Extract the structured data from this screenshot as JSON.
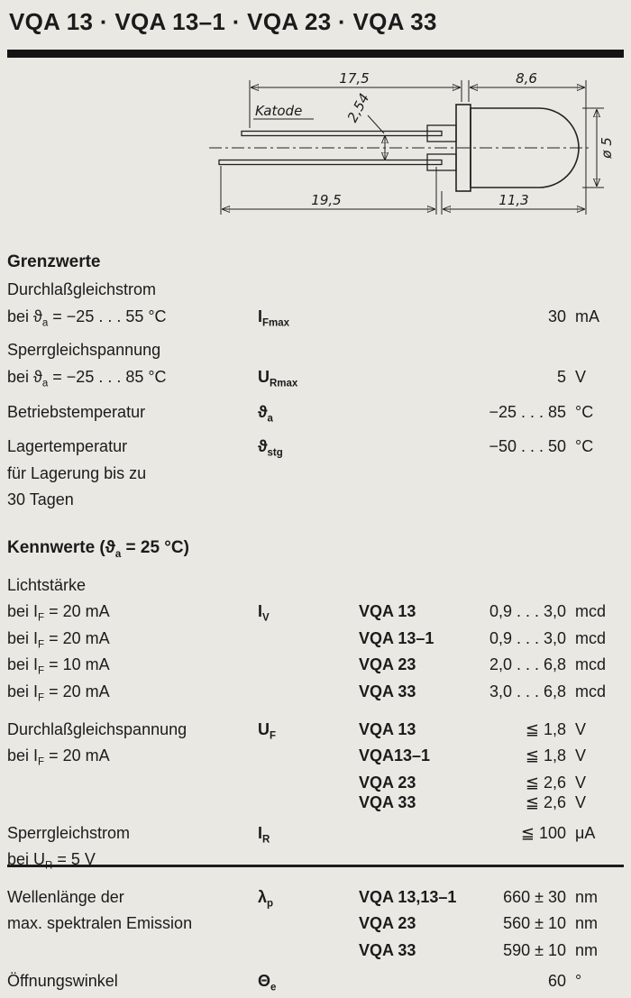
{
  "page": {
    "title": "VQA 13 · VQA 13–1 · VQA 23 · VQA 33"
  },
  "drawing": {
    "katode": "Katode",
    "dims": {
      "top_left": "17,5",
      "top_right": "8,6",
      "pitch": "2,54",
      "bottom_left": "19,5",
      "bottom_right": "11,3",
      "diameter": "ø 5"
    }
  },
  "grenzwerte": {
    "heading": "Grenzwerte",
    "rows": [
      {
        "pre": "Durchlaßgleichstrom",
        "sub": "",
        "post": ""
      },
      {
        "pre": "bei ϑ",
        "sub": "a",
        "post": " = −25 . . . 55 °C",
        "sym": "I",
        "symsub": "Fmax",
        "num": "30",
        "unit": "mA"
      },
      {
        "pre": "Sperrgleichspannung",
        "sub": "",
        "post": ""
      },
      {
        "pre": "bei ϑ",
        "sub": "a",
        "post": " = −25 . . . 85 °C",
        "sym": "U",
        "symsub": "Rmax",
        "num": "5",
        "unit": "V"
      },
      {
        "pre": "Betriebstemperatur",
        "sub": "",
        "post": "",
        "sym": "ϑ",
        "symsub": "a",
        "num": "−25 . . . 85",
        "unit": "°C"
      },
      {
        "pre": "Lagertemperatur",
        "sub": "",
        "post": "",
        "sym": "ϑ",
        "symsub": "stg",
        "num": "−50 . . . 50",
        "unit": "°C"
      },
      {
        "pre": "für Lagerung bis zu",
        "sub": "",
        "post": ""
      },
      {
        "pre": "30 Tagen",
        "sub": "",
        "post": ""
      }
    ]
  },
  "kennwerte": {
    "heading_pre": "Kennwerte (ϑ",
    "heading_sub": "a",
    "heading_post": " = 25 °C)",
    "rows": [
      {
        "pre": "Lichtstärke",
        "sub": "",
        "post": ""
      },
      {
        "pre": "bei I",
        "sub": "F",
        "post": " = 20 mA",
        "sym": "I",
        "symsub": "V",
        "type": "VQA 13",
        "num": "0,9 . . . 3,0",
        "unit": "mcd"
      },
      {
        "pre": "bei I",
        "sub": "F",
        "post": " = 20 mA",
        "type": "VQA 13–1",
        "num": "0,9 . . . 3,0",
        "unit": "mcd"
      },
      {
        "pre": "bei I",
        "sub": "F",
        "post": " = 10 mA",
        "type": "VQA 23",
        "num": "2,0 . . . 6,8",
        "unit": "mcd"
      },
      {
        "pre": "bei I",
        "sub": "F",
        "post": " = 20 mA",
        "type": "VQA 33",
        "num": "3,0 . . . 6,8",
        "unit": "mcd"
      },
      {
        "pre": "Durchlaßgleichspannung",
        "sub": "",
        "post": "",
        "sym": "U",
        "symsub": "F",
        "type": "VQA 13",
        "num": "≦ 1,8",
        "unit": "V"
      },
      {
        "pre": "bei I",
        "sub": "F",
        "post": " = 20 mA",
        "type": "VQA13–1",
        "num": "≦ 1,8",
        "unit": "V"
      },
      {
        "pre": "",
        "sub": "",
        "post": "",
        "type": "VQA 23",
        "num": "≦ 2,6",
        "unit": "V"
      },
      {
        "pre": "",
        "sub": "",
        "post": "",
        "type": "VQA 33",
        "num": "≦ 2,6",
        "unit": "V"
      },
      {
        "pre": "Sperrgleichstrom",
        "sub": "",
        "post": "",
        "sym": "I",
        "symsub": "R",
        "num": "≦ 100",
        "unit": "μA"
      },
      {
        "pre": "bei U",
        "sub": "R",
        "post": " = 5 V"
      },
      {
        "pre": "Wellenlänge der",
        "sub": "",
        "post": "",
        "sym": "λ",
        "symsub": "p",
        "type": "VQA 13,13–1",
        "num": "660 ± 30",
        "unit": "nm"
      },
      {
        "pre": "max. spektralen Emission",
        "sub": "",
        "post": "",
        "type": "VQA 23",
        "num": "560 ± 10",
        "unit": "nm"
      },
      {
        "pre": "",
        "sub": "",
        "post": "",
        "type": "VQA 33",
        "num": "590 ± 10",
        "unit": "nm"
      },
      {
        "pre": "Öffnungswinkel",
        "sub": "",
        "post": "",
        "sym": "Θ",
        "symsub": "e",
        "num": "60",
        "unit": "°"
      }
    ]
  }
}
